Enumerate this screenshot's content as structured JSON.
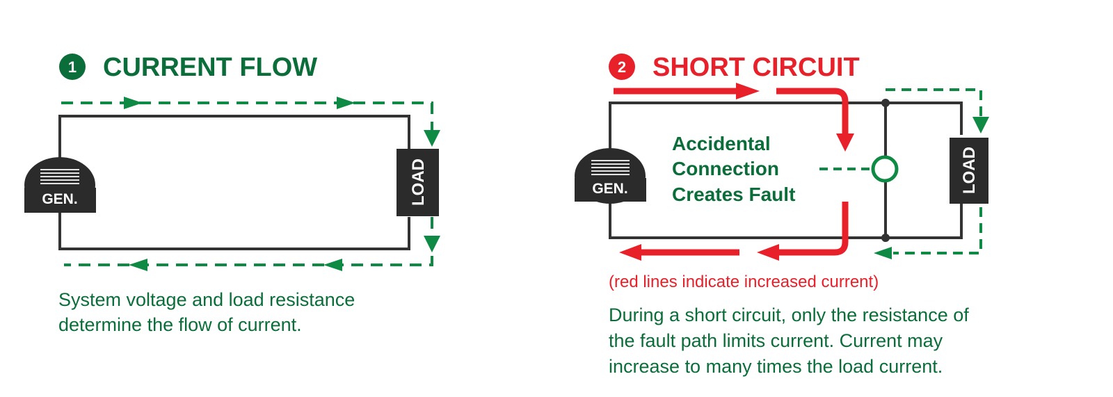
{
  "colors": {
    "green": "#0f8a44",
    "dark_green": "#0b6e3a",
    "red": "#e8202a",
    "wire": "#333333",
    "box": "#2b2b2b"
  },
  "panel_current_flow": {
    "number": "1",
    "title": "CURRENT FLOW",
    "generator_label": "GEN.",
    "load_label": "LOAD",
    "caption_lines": [
      "System voltage and load resistance",
      "determine the flow of current."
    ]
  },
  "panel_short_circuit": {
    "number": "2",
    "title": "SHORT CIRCUIT",
    "generator_label": "GEN.",
    "load_label": "LOAD",
    "fault_label_lines": [
      "Accidental",
      "Connection",
      "Creates Fault"
    ],
    "note": "(red lines indicate increased current)",
    "caption_lines": [
      "During a short circuit, only the resistance of",
      "the fault path limits current. Current may",
      "increase to many times the load current."
    ]
  }
}
